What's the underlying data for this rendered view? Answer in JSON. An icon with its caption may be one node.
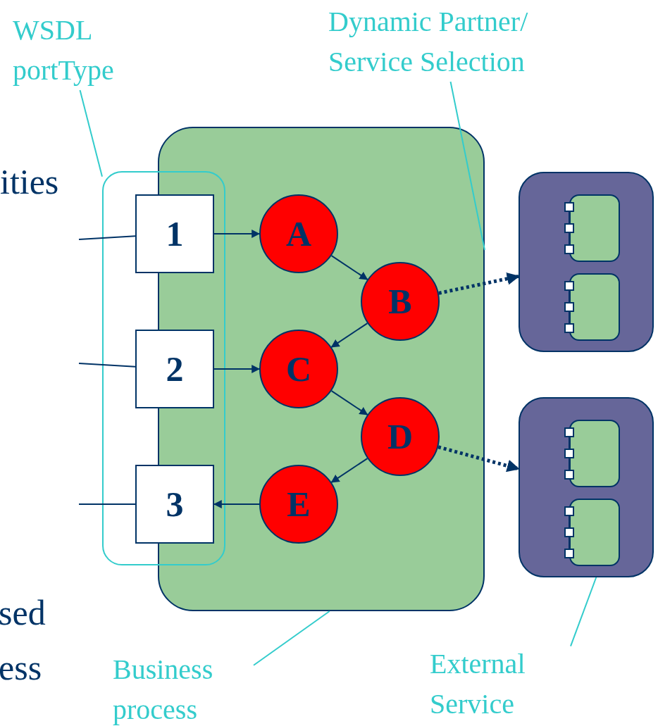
{
  "diagram": {
    "nodes": [
      {
        "text": [
          "WSDL portType"
        ]
      },
      {
        "text": [
          "Dynamic Partner/ Service Selection"
        ]
      },
      {
        "text": [],
        "shape": "box"
      },
      {
        "text": [],
        "shape": "box"
      },
      {
        "text": [
          "1"
        ],
        "in": 2
      },
      {
        "text": [
          "2"
        ],
        "in": 2
      },
      {
        "text": [
          "3"
        ],
        "in": 2
      },
      {
        "text": [
          "A"
        ],
        "in": 3
      },
      {
        "text": [
          "B"
        ],
        "in": 3
      },
      {
        "text": [
          "C"
        ],
        "in": 3
      },
      {
        "text": [
          "D"
        ],
        "in": 3
      },
      {
        "text": [
          "E"
        ],
        "in": 3
      },
      {
        "text": [],
        "shape": "box"
      },
      {
        "text": [],
        "shape": "box",
        "in": 12
      },
      {
        "text": [],
        "shape": "box",
        "in": 12
      },
      {
        "text": [],
        "shape": "box"
      },
      {
        "text": [],
        "shape": "box",
        "in": 15
      },
      {
        "text": [],
        "shape": "box",
        "in": 15
      },
      {
        "text": [
          "Business process"
        ]
      },
      {
        "text": [
          "External Service"
        ]
      }
    ],
    "edges": [
      {
        "from": null,
        "to": 4,
        "arrow": "none"
      },
      {
        "from": null,
        "to": 5,
        "arrow": "none"
      },
      {
        "from": null,
        "to": 6,
        "arrow": "none"
      },
      {
        "from": 4,
        "to": 7,
        "arrow": "to"
      },
      {
        "from": 7,
        "to": 8,
        "arrow": "to"
      },
      {
        "from": 8,
        "to": 9,
        "arrow": "to"
      },
      {
        "from": 5,
        "to": 9,
        "arrow": "to"
      },
      {
        "from": 9,
        "to": 10,
        "arrow": "to"
      },
      {
        "from": 10,
        "to": 11,
        "arrow": "to"
      },
      {
        "from": 11,
        "to": 6,
        "arrow": "to"
      },
      {
        "from": 8,
        "to": 12,
        "arrow": "to",
        "style": "dashed"
      },
      {
        "from": 10,
        "to": 15,
        "arrow": "to",
        "style": "dashed"
      },
      {
        "from": 0,
        "to": 2,
        "arrow": "none",
        "color": "#33cccc"
      },
      {
        "from": 1,
        "to": 3,
        "arrow": "none",
        "color": "#33cccc"
      },
      {
        "from": 18,
        "to": 3,
        "arrow": "none",
        "color": "#33cccc"
      },
      {
        "from": 19,
        "to": 15,
        "arrow": "none",
        "color": "#33cccc"
      }
    ],
    "labels": [
      "ities",
      "sed",
      "ess"
    ]
  }
}
